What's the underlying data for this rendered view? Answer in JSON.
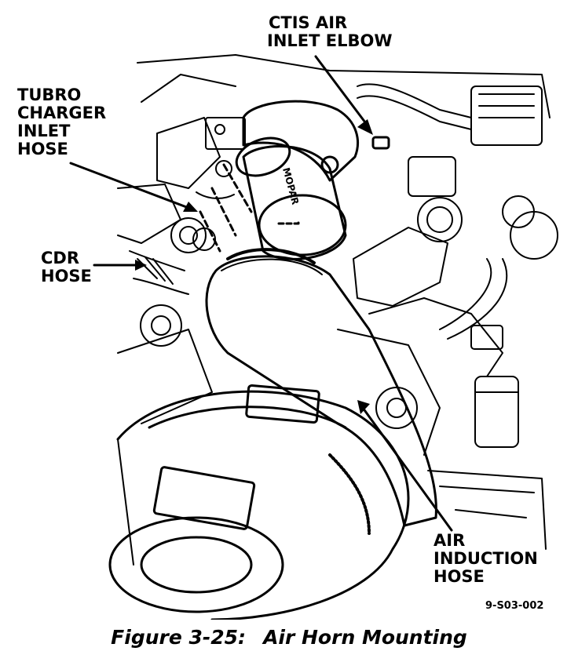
{
  "labels": {
    "ctis": [
      "CTIS AIR",
      "INLET ELBOW"
    ],
    "turbo": [
      "TUBRO",
      "CHARGER",
      "INLET",
      "HOSE"
    ],
    "cdr": [
      "CDR",
      "HOSE"
    ],
    "air_induction": [
      "AIR",
      "INDUCTION",
      "HOSE"
    ]
  },
  "figure_code": "9-S03-002",
  "caption": {
    "number": "Figure 3-25:",
    "title": "Air Horn Mounting"
  },
  "hose_marking": "MOPAR"
}
